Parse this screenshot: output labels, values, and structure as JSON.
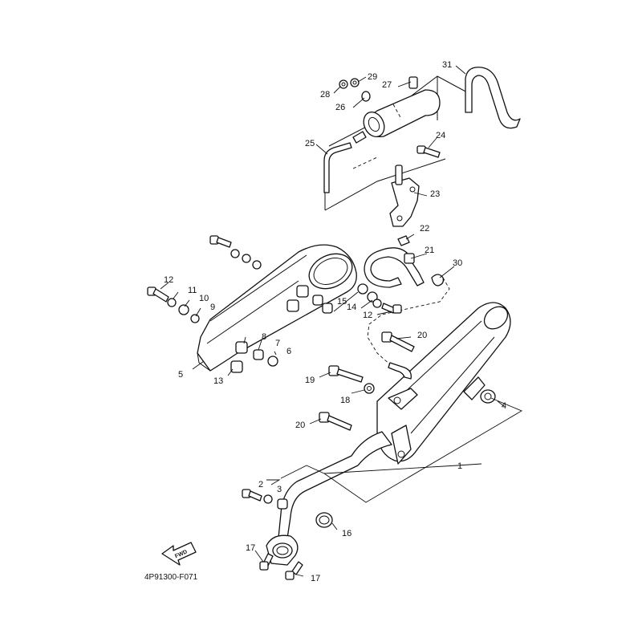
{
  "diagram": {
    "code": "4P91300-F071",
    "fwd_label": "FWD"
  },
  "callouts": [
    "1",
    "2",
    "3",
    "4",
    "5",
    "6",
    "7",
    "8",
    "9",
    "10",
    "11",
    "12",
    "12",
    "13",
    "14",
    "15",
    "16",
    "17",
    "17",
    "18",
    "19",
    "20",
    "20",
    "21",
    "22",
    "23",
    "24",
    "25",
    "26",
    "27",
    "28",
    "29",
    "30",
    "31"
  ]
}
